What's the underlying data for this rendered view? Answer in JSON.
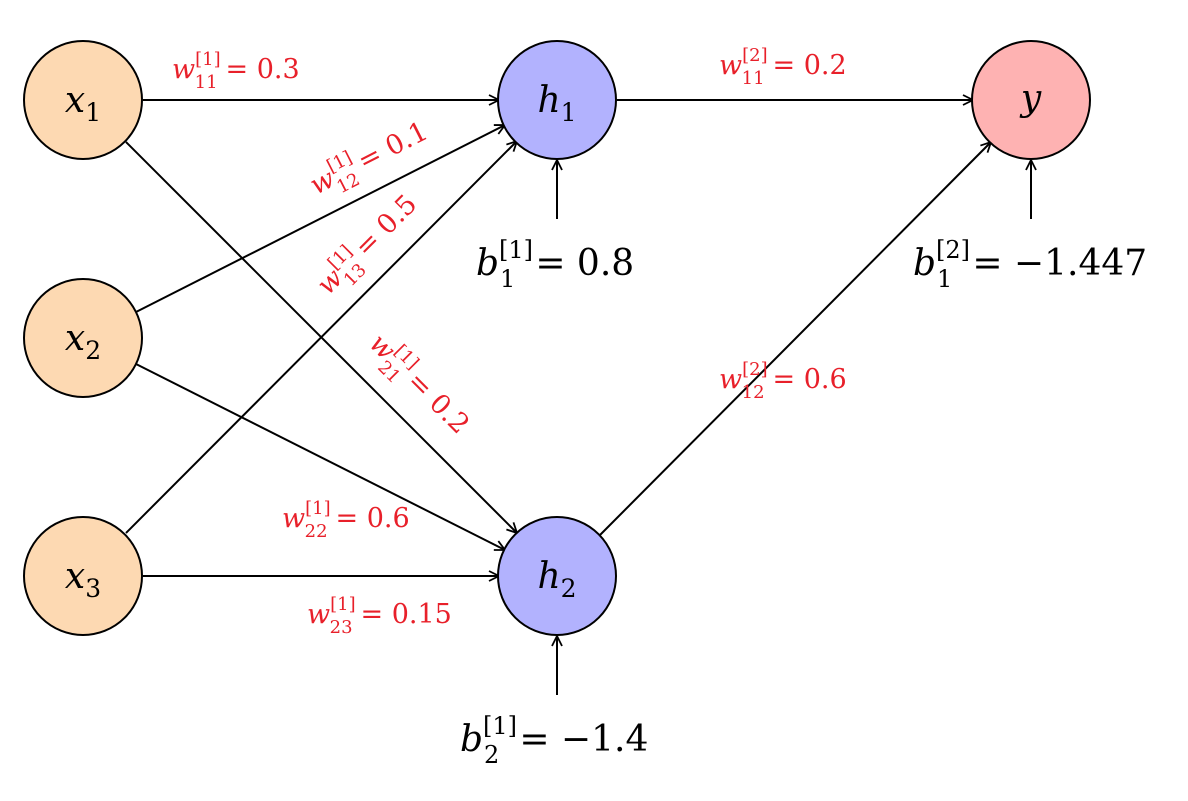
{
  "colors": {
    "input_node": "#fdd9b2",
    "hidden_node": "#b2b2fe",
    "output_node": "#feb2b2",
    "weight_label": "#e8202a",
    "edge": "#000000"
  },
  "nodes": {
    "x1": {
      "base": "x",
      "sub": "1"
    },
    "x2": {
      "base": "x",
      "sub": "2"
    },
    "x3": {
      "base": "x",
      "sub": "3"
    },
    "h1": {
      "base": "h",
      "sub": "1"
    },
    "h2": {
      "base": "h",
      "sub": "2"
    },
    "y": {
      "base": "y",
      "sub": ""
    }
  },
  "weights": {
    "w11_1": {
      "base": "w",
      "sub": "11",
      "sup": "[1]",
      "value": "= 0.3"
    },
    "w12_1": {
      "base": "w",
      "sub": "12",
      "sup": "[1]",
      "value": "= 0.1"
    },
    "w13_1": {
      "base": "w",
      "sub": "13",
      "sup": "[1]",
      "value": "= 0.5"
    },
    "w21_1": {
      "base": "w",
      "sub": "21",
      "sup": "[1]",
      "value": "= 0.2"
    },
    "w22_1": {
      "base": "w",
      "sub": "22",
      "sup": "[1]",
      "value": "= 0.6"
    },
    "w23_1": {
      "base": "w",
      "sub": "23",
      "sup": "[1]",
      "value": "= 0.15"
    },
    "w11_2": {
      "base": "w",
      "sub": "11",
      "sup": "[2]",
      "value": "= 0.2"
    },
    "w12_2": {
      "base": "w",
      "sub": "12",
      "sup": "[2]",
      "value": "= 0.6"
    }
  },
  "biases": {
    "b1_1": {
      "base": "b",
      "sub": "1",
      "sup": "[1]",
      "value": "= 0.8"
    },
    "b2_1": {
      "base": "b",
      "sub": "2",
      "sup": "[1]",
      "value": "= −1.4"
    },
    "b1_2": {
      "base": "b",
      "sub": "1",
      "sup": "[2]",
      "value": "= −1.447"
    }
  }
}
